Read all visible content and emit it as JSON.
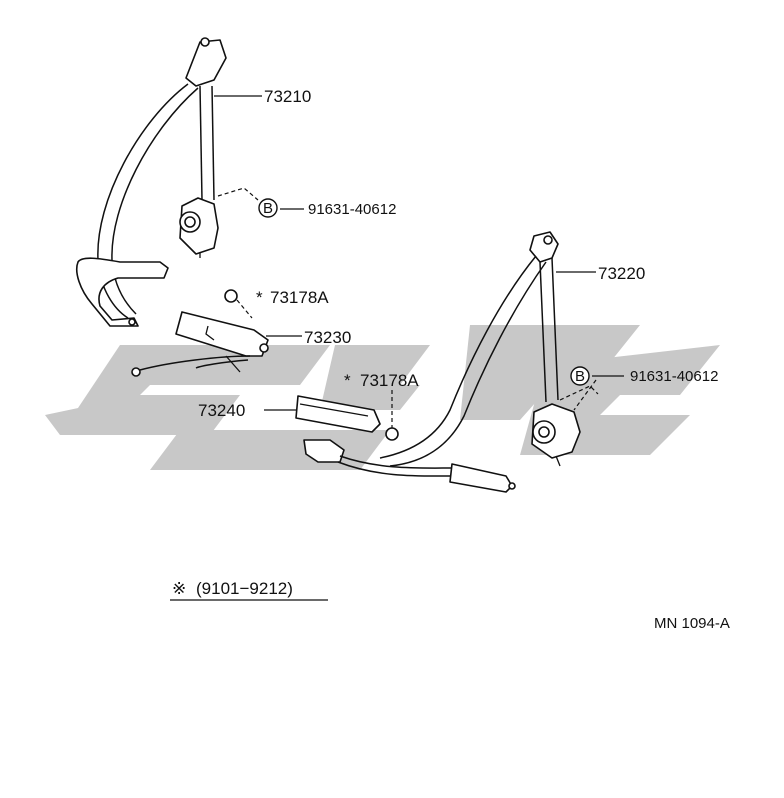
{
  "callouts": {
    "p73210": "73210",
    "p91631_left": "91631-40612",
    "p73178A_upper": "73178A",
    "p73230": "73230",
    "p73178A_lower": "73178A",
    "p73240": "73240",
    "p73220": "73220",
    "p91631_right": "91631-40612"
  },
  "bolt_badge_letter": "B",
  "asterisk_symbol": "*",
  "footnote": {
    "symbol": "※",
    "text": "(9101−9212)"
  },
  "diagram_id": "MN 1094-A",
  "watermark": {
    "color": "#c8c8c8"
  }
}
